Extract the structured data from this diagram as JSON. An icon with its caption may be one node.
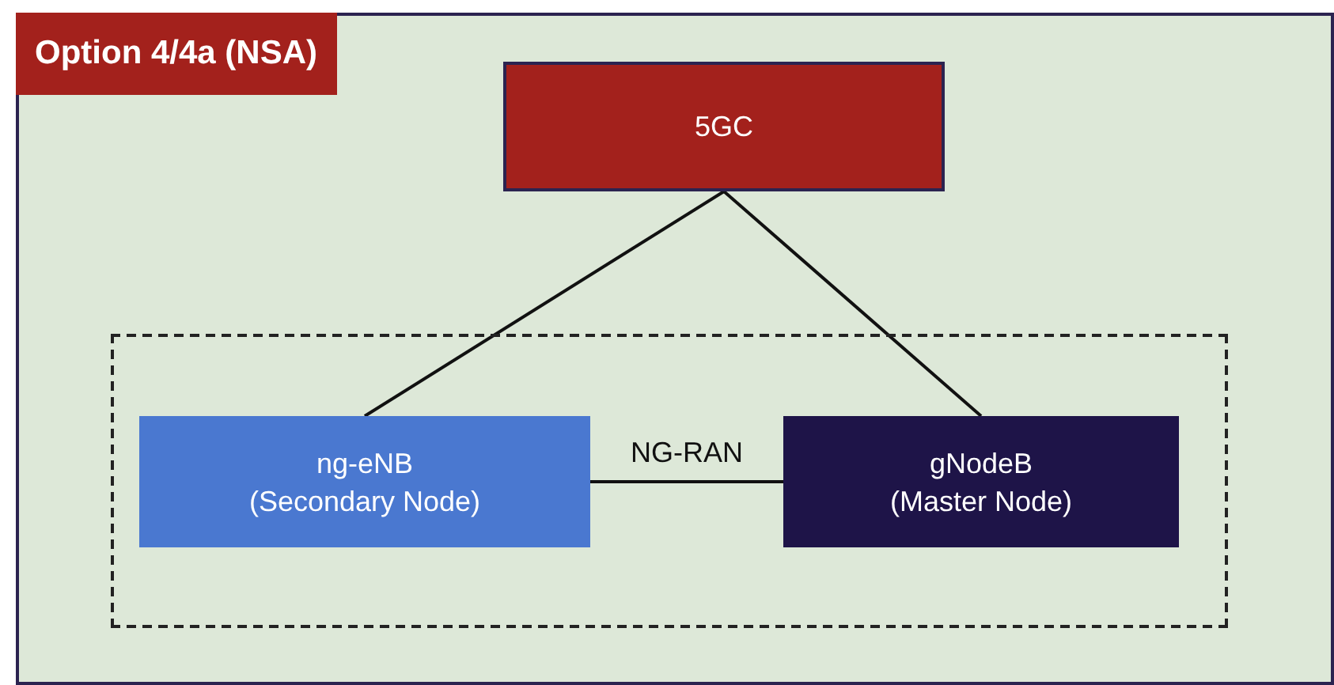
{
  "diagram": {
    "title": "Option 4/4a (NSA)",
    "nodes": [
      {
        "text": [
          "5GC"
        ]
      },
      {
        "text": [],
        "shape": "box"
      },
      {
        "text": [
          "ng-eNB (Secondary Node)"
        ],
        "in": 1
      },
      {
        "text": [
          "gNodeB (Master Node)"
        ],
        "in": 1
      }
    ],
    "edges": [
      {
        "from": 0,
        "to": 2,
        "arrow": "none"
      },
      {
        "from": 0,
        "to": 3,
        "arrow": "none"
      },
      {
        "from": 2,
        "to": 3,
        "arrow": "none",
        "label": "NG-RAN"
      }
    ]
  }
}
